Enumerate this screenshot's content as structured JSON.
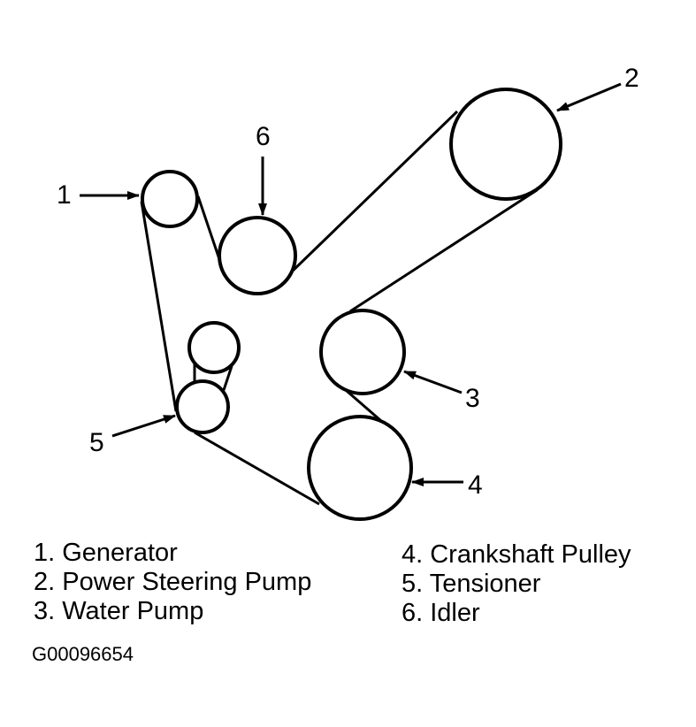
{
  "callouts": {
    "generator": "1",
    "power_steering_pump": "2",
    "water_pump": "3",
    "crankshaft_pulley": "4",
    "tensioner": "5",
    "idler": "6"
  },
  "legend": {
    "left": [
      "1. Generator",
      "2. Power Steering Pump",
      "3. Water Pump"
    ],
    "right": [
      "4. Crankshaft Pulley",
      "5. Tensioner",
      "6. Idler"
    ]
  },
  "figure_id": "G00096654",
  "colors": {
    "ink": "#000000",
    "background": "#ffffff"
  }
}
